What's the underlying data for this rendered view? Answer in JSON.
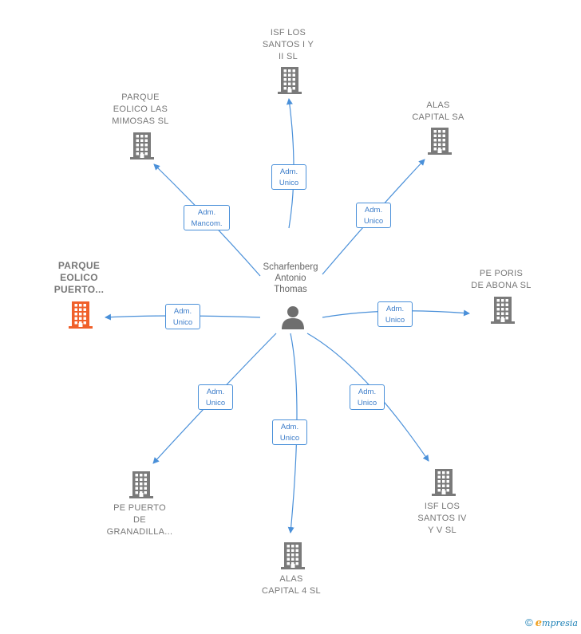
{
  "colors": {
    "edge": "#4a90d9",
    "company_icon": "#7a7a7a",
    "highlight_icon": "#f0602a",
    "person_icon": "#6e6e6e"
  },
  "center": {
    "name": "Scharfenberg\nAntonio\nThomas",
    "icon": "person-icon"
  },
  "nodes": [
    {
      "id": "isf12",
      "label": "ISF LOS\nSANTOS I Y\nII  SL",
      "role": "Adm.\nUnico",
      "highlight": false
    },
    {
      "id": "alas_sa",
      "label": "ALAS\nCAPITAL SA",
      "role": "Adm.\nUnico",
      "highlight": false
    },
    {
      "id": "poris",
      "label": "PE PORIS\nDE ABONA  SL",
      "role": "Adm.\nUnico",
      "highlight": false
    },
    {
      "id": "isf45",
      "label": "ISF LOS\nSANTOS IV\nY V  SL",
      "role": "Adm.\nUnico",
      "highlight": false
    },
    {
      "id": "alas4",
      "label": "ALAS\nCAPITAL 4  SL",
      "role": "Adm.\nUnico",
      "highlight": false
    },
    {
      "id": "granadilla",
      "label": "PE PUERTO\nDE\nGRANADILLA...",
      "role": "Adm.\nUnico",
      "highlight": false
    },
    {
      "id": "puerto",
      "label": "PARQUE\nEOLICO\nPUERTO...",
      "role": "Adm.\nUnico",
      "highlight": true
    },
    {
      "id": "mimosas",
      "label": "PARQUE\nEOLICO LAS\nMIMOSAS  SL",
      "role": "Adm.\nMancom.",
      "highlight": false
    }
  ],
  "footer": {
    "copyright": "©",
    "brand_initial": "e",
    "brand_rest": "mpresia"
  }
}
